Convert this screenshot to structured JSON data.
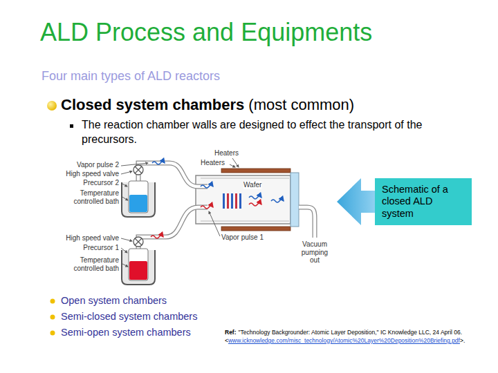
{
  "diagram": {
    "title": "ALD Process and Equipments",
    "nodes": [
      {
        "text": [
          "Schematic of a closed ALD system"
        ]
      }
    ],
    "labels": [
      "Four main types of ALD reactors",
      "Closed system chambers",
      "(most common)",
      "The reaction chamber walls are designed to effect the transport of the precursors.",
      "Heaters",
      "Vapor pulse 2",
      "High speed valve",
      "Heaters",
      "Precursor 2",
      "Wafer",
      "Temperature controlled bath",
      "Vapor pulse 1",
      "High speed valve",
      "Vacuum pumping out",
      "Precursor 1",
      "Temperature controlled bath",
      "Open system chambers",
      "Semi-closed system chambers",
      "Semi-open system chambers",
      "Ref:",
      "\"Technology Backgrounder: Atomic Layer Deposition,\" IC Knowledge LLC, 24 April 06.",
      "<",
      "www.icknowledge.com/misc_technology/Atomic%20Layer%20Deposition%20Briefing.pdf",
      ">."
    ]
  }
}
